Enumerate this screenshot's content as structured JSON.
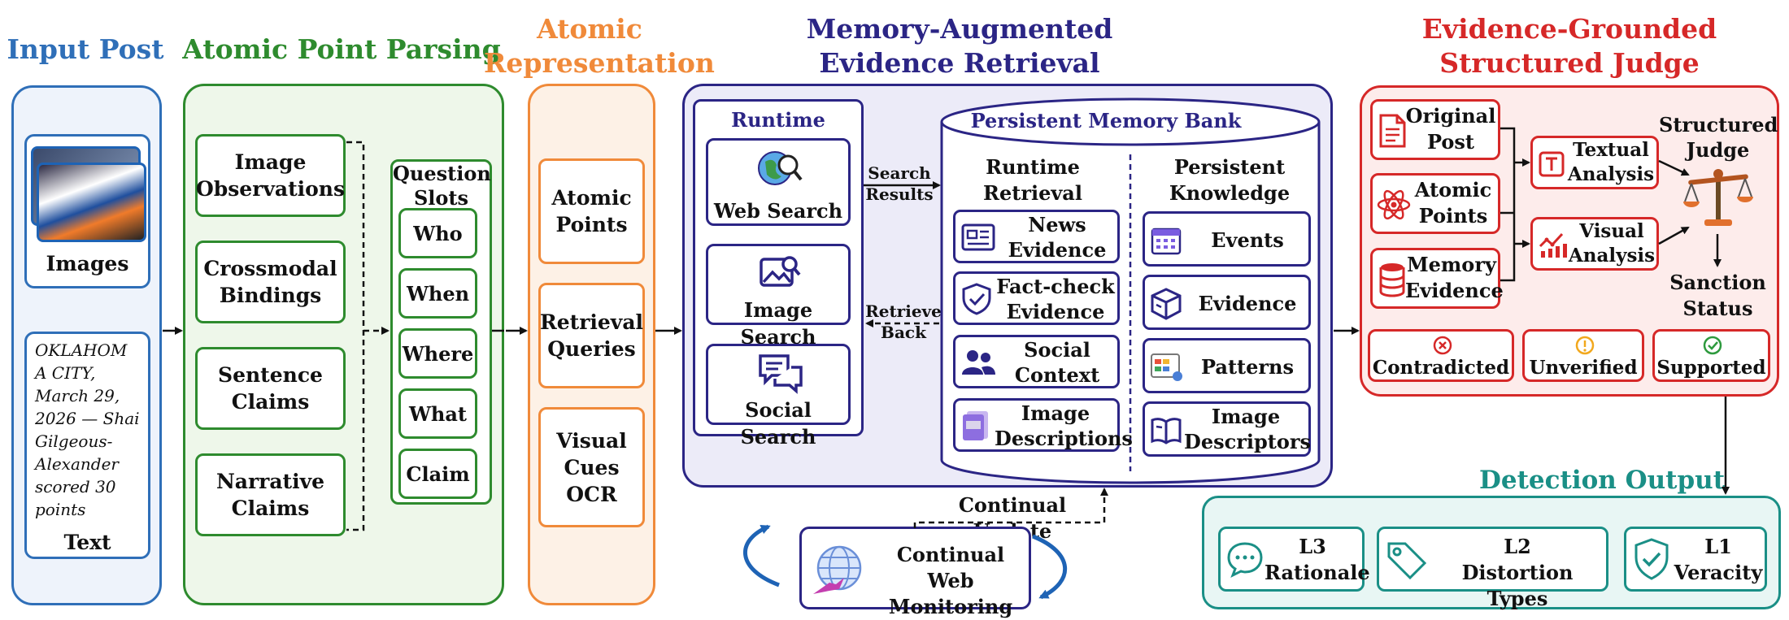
{
  "titles": {
    "input_post": "Input Post",
    "parsing": "Atomic Point Parsing",
    "representation": [
      "Atomic",
      "Representation"
    ],
    "retrieval": [
      "Memory-Augmented",
      "Evidence Retrieval"
    ],
    "judge": [
      "Evidence-Grounded",
      "Structured Judge"
    ],
    "detection": "Detection Output"
  },
  "input": {
    "images_label": "Images",
    "text_lines": [
      "OKLAHOM",
      "A CITY,",
      "March 29,",
      "2026 — Shai",
      "Gilgeous-",
      "Alexander",
      "scored 30",
      "points"
    ],
    "text_label": "Text"
  },
  "parsing": {
    "items": [
      [
        "Image",
        "Observations"
      ],
      [
        "Crossmodal",
        "Bindings"
      ],
      [
        "Sentence",
        "Claims"
      ],
      [
        "Narrative",
        "Claims"
      ]
    ],
    "slots_title": [
      "Question",
      "Slots"
    ],
    "slots": [
      "Who",
      "When",
      "Where",
      "What",
      "Claim"
    ]
  },
  "representation": {
    "items": [
      [
        "Atomic",
        "Points"
      ],
      [
        "Retrieval",
        "Queries"
      ],
      [
        "Visual",
        "Cues",
        "OCR"
      ]
    ]
  },
  "retrieval": {
    "runtime_search_title": "Runtime Search",
    "searches": [
      "Web Search",
      "Image Search",
      "Social Search"
    ],
    "search_results": [
      "Search",
      "Results"
    ],
    "retrieve_back": [
      "Retrieve",
      "Back"
    ],
    "memory_bank_title": "Persistent Memory Bank",
    "runtime_retrieval_title": [
      "Runtime",
      "Retrieval"
    ],
    "persistent_knowledge_title": [
      "Persistent",
      "Knowledge"
    ],
    "runtime_items": [
      [
        "News",
        "Evidence"
      ],
      [
        "Fact-check",
        "Evidence"
      ],
      [
        "Social",
        "Context"
      ],
      [
        "Image",
        "Descriptions"
      ]
    ],
    "knowledge_items": [
      [
        "Events"
      ],
      [
        "Evidence"
      ],
      [
        "Patterns"
      ],
      [
        "Image",
        "Descriptors"
      ]
    ],
    "continual_update": "Continual Update",
    "monitoring": [
      "Continual Web",
      "Monitoring"
    ]
  },
  "judge": {
    "inputs": [
      [
        "Original",
        "Post"
      ],
      [
        "Atomic",
        "Points"
      ],
      [
        "Memory",
        "Evidence"
      ]
    ],
    "textual": [
      "Textual",
      "Analysis"
    ],
    "visual": [
      "Visual",
      "Analysis"
    ],
    "structured_judge": [
      "Structured",
      "Judge"
    ],
    "sanction": [
      "Sanction",
      "Status"
    ],
    "statuses": [
      "Contradicted",
      "Unverified",
      "Supported"
    ]
  },
  "detection": {
    "outputs": [
      [
        "L3",
        "Rationale"
      ],
      [
        "L2",
        "Distortion Types"
      ],
      [
        "L1",
        "Veracity"
      ]
    ]
  },
  "colors": {
    "input": "#2f6fb8",
    "parsing": "#2e8b2e",
    "representation": "#f08a3a",
    "retrieval": "#2b2585",
    "judge": "#d62828",
    "detection": "#1a8f86"
  }
}
